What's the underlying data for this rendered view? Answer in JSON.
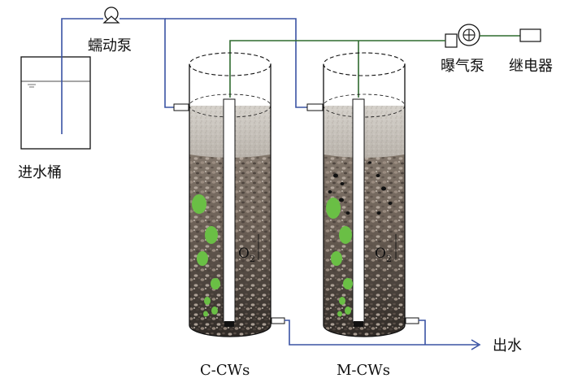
{
  "labels": {
    "tank": "进水桶",
    "peristaltic_pump": "蠕动泵",
    "aeration_pump": "曝气泵",
    "relay": "继电器",
    "outlet": "出水",
    "reactor_left": "C-CWs",
    "reactor_right": "M-CWs",
    "oxygen_left_base": "O",
    "oxygen_left_sub": "2",
    "oxygen_right_base": "O",
    "oxygen_right_sub": "2"
  },
  "colors": {
    "water_pipe": "#3a53a4",
    "air_pipe": "#2e6b2e",
    "bubble": "#6abf45",
    "gravel_dark": "#3b3530",
    "sand": "#c9c4bd",
    "outline": "#111111"
  },
  "icons": {
    "peristaltic_pump": "peristaltic-pump-icon",
    "aeration_pump": "aeration-pump-icon",
    "relay": "relay-icon",
    "tank": "water-tank-icon"
  }
}
